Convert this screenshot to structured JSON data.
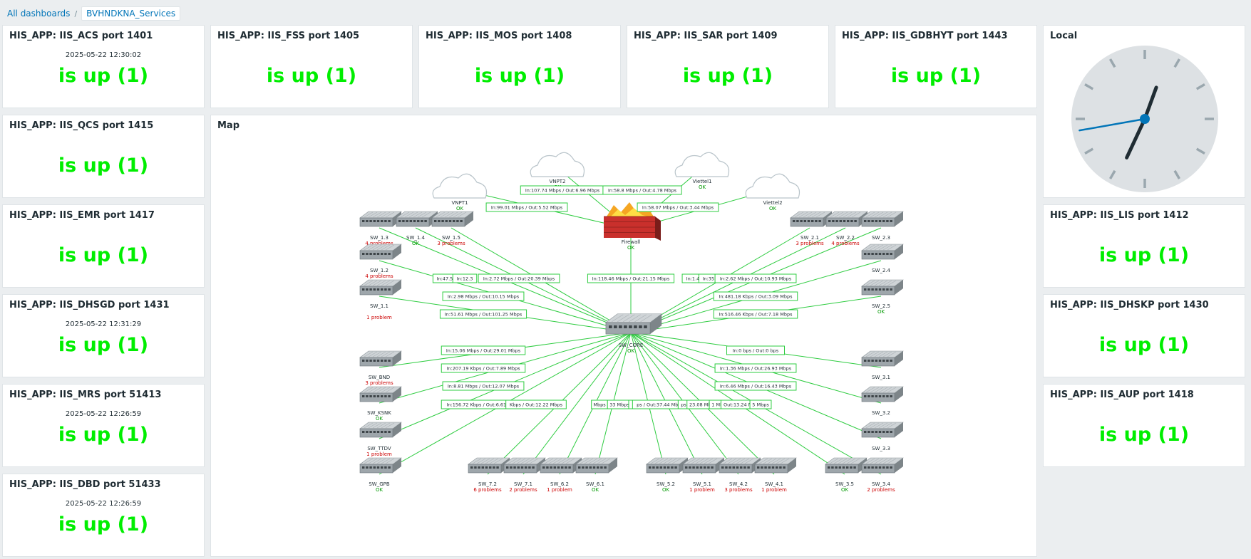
{
  "breadcrumb": {
    "all": "All dashboards",
    "sep": "/",
    "current": "BVHNDKNA_Services"
  },
  "status_color": "#00ee00",
  "widgets": [
    {
      "title": "HIS_APP: IIS_ACS port 1401",
      "time": "2025-05-22 12:30:02",
      "value": "is up (1)"
    },
    {
      "title": "HIS_APP: IIS_FSS port 1405",
      "time": "",
      "value": "is up (1)"
    },
    {
      "title": "HIS_APP: IIS_MOS port 1408",
      "time": "",
      "value": "is up (1)"
    },
    {
      "title": "HIS_APP: IIS_SAR port 1409",
      "time": "",
      "value": "is up (1)"
    },
    {
      "title": "HIS_APP: IIS_GDBHYT port 1443",
      "time": "",
      "value": "is up (1)"
    },
    {
      "title": "HIS_APP: IIS_QCS port 1415",
      "time": "",
      "value": "is up (1)"
    },
    {
      "title": "HIS_APP: IIS_EMR port 1417",
      "time": "",
      "value": "is up (1)"
    },
    {
      "title": "HIS_APP: IIS_DHSGD port 1431",
      "time": "2025-05-22 12:31:29",
      "value": "is up (1)"
    },
    {
      "title": "HIS_APP: IIS_MRS port 51413",
      "time": "2025-05-22 12:26:59",
      "value": "is up (1)"
    },
    {
      "title": "HIS_APP: IIS_DBD port 51433",
      "time": "2025-05-22 12:26:59",
      "value": "is up (1)"
    },
    {
      "title": "HIS_APP: IIS_LIS port 1412",
      "time": "",
      "value": "is up (1)"
    },
    {
      "title": "HIS_APP: IIS_DHSKP port 1430",
      "time": "",
      "value": "is up (1)"
    },
    {
      "title": "HIS_APP: IIS_AUP port 1418",
      "time": "",
      "value": "is up (1)"
    }
  ],
  "clock": {
    "title": "Local",
    "hour_angle": 205,
    "minute_angle": 20,
    "second_angle": 260
  },
  "map": {
    "title": "Map",
    "colors": {
      "link": "#2ecc40",
      "ok": "#009900",
      "problem": "#cc0000"
    },
    "core": {
      "label": "SW_CORE",
      "status": "OK"
    },
    "firewall": {
      "label": "Firewall",
      "status": "OK"
    },
    "clouds": [
      {
        "id": "vnpt1",
        "label": "VNPT1",
        "status": "OK"
      },
      {
        "id": "vnpt2",
        "label": "VNPT2",
        "status": "OK"
      },
      {
        "id": "viettel1",
        "label": "Viettel1",
        "status": "OK"
      },
      {
        "id": "viettel2",
        "label": "Viettel2",
        "status": "OK"
      }
    ],
    "cloud_links": [
      {
        "text": "In:107.74 Mbps / Out:6.96 Mbps"
      },
      {
        "text": "In:58.8 Mbps / Out:4.78 Mbps"
      },
      {
        "text": "In:99.01 Mbps / Out:5.52 Mbps"
      },
      {
        "text": "In:58.07 Mbps / Out:3.44 Mbps"
      },
      {
        "text": "In:118.46 Mbps / Out:21.15 Mbps"
      }
    ],
    "switches": [
      {
        "id": "sw13",
        "label": "SW_1.3",
        "status": "4 problems"
      },
      {
        "id": "sw14",
        "label": "SW_1.4",
        "status": "OK"
      },
      {
        "id": "sw15",
        "label": "SW_1.5",
        "status": "3 problems"
      },
      {
        "id": "sw12",
        "label": "SW_1.2",
        "status": "4 problems"
      },
      {
        "id": "sw11",
        "label": "SW_1.1",
        "status": "1 problem"
      },
      {
        "id": "sw21",
        "label": "SW_2.1",
        "status": "3 problems"
      },
      {
        "id": "sw22",
        "label": "SW_2.2",
        "status": "4 problems"
      },
      {
        "id": "sw23",
        "label": "SW_2.3",
        "status": ""
      },
      {
        "id": "sw24",
        "label": "SW_2.4",
        "status": ""
      },
      {
        "id": "sw25",
        "label": "SW_2.5",
        "status": "OK"
      },
      {
        "id": "swbnd",
        "label": "SW_BND",
        "status": "3 problems"
      },
      {
        "id": "swksnk",
        "label": "SW_KSNK",
        "status": "OK"
      },
      {
        "id": "swttdv",
        "label": "SW_TTDV",
        "status": "1 problem"
      },
      {
        "id": "swgpb",
        "label": "SW_GPB",
        "status": "OK"
      },
      {
        "id": "sw72",
        "label": "SW_7.2",
        "status": "6 problems"
      },
      {
        "id": "sw71",
        "label": "SW_7.1",
        "status": "2 problems"
      },
      {
        "id": "sw62",
        "label": "SW_6.2",
        "status": "1 problem"
      },
      {
        "id": "sw61",
        "label": "SW_6.1",
        "status": "OK"
      },
      {
        "id": "sw52",
        "label": "SW_5.2",
        "status": "OK"
      },
      {
        "id": "sw51",
        "label": "SW_5.1",
        "status": "1 problem"
      },
      {
        "id": "sw42",
        "label": "SW_4.2",
        "status": "3 problems"
      },
      {
        "id": "sw41",
        "label": "SW_4.1",
        "status": "1 problem"
      },
      {
        "id": "sw35",
        "label": "SW_3.5",
        "status": "OK"
      },
      {
        "id": "sw34",
        "label": "SW_3.4",
        "status": "2 problems"
      },
      {
        "id": "sw31",
        "label": "SW_3.1",
        "status": ""
      },
      {
        "id": "sw32",
        "label": "SW_3.2",
        "status": ""
      },
      {
        "id": "sw33",
        "label": "SW_3.3",
        "status": ""
      }
    ],
    "link_labels": [
      {
        "text": "In:47.54"
      },
      {
        "text": "In:12.3"
      },
      {
        "text": "In:2.72 Mbps / Out:20.39 Mbps"
      },
      {
        "text": "In:2.98 Mbps / Out:10.15 Mbps"
      },
      {
        "text": "In:51.61 Mbps / Out:101.25 Mbps"
      },
      {
        "text": "In:1.4"
      },
      {
        "text": "In:357.9"
      },
      {
        "text": "In:2.62 Mbps / Out:10.93 Mbps"
      },
      {
        "text": "In:481.18 Kbps / Out:3.09 Mbps"
      },
      {
        "text": "In:516.46 Kbps / Out:7.18 Mbps"
      },
      {
        "text": "In:15.06 Mbps / Out:29.01 Mbps"
      },
      {
        "text": "In:207.19 Kbps / Out:7.89 Mbps"
      },
      {
        "text": "In:8.81 Mbps / Out:12.07 Mbps"
      },
      {
        "text": "In:156.72 Kbps / Out:6.61 Mbps"
      },
      {
        "text": "Kbps / Out:12.22 Mbps"
      },
      {
        "text": "Mbps"
      },
      {
        "text": "33 Mbps"
      },
      {
        "text": "s"
      },
      {
        "text": "ps / Out:37.44 Mbps"
      },
      {
        "text": "ps"
      },
      {
        "text": "23.08 Mbps"
      },
      {
        "text": "1 Mbps"
      },
      {
        "text": "Out:13.24 Mbps"
      },
      {
        "text": "5 Mbps"
      },
      {
        "text": "In:0 bps / Out:0 bps"
      },
      {
        "text": "In:1.36 Mbps / Out:26.93 Mbps"
      },
      {
        "text": "In:6.46 Mbps / Out:16.43 Mbps"
      }
    ]
  }
}
